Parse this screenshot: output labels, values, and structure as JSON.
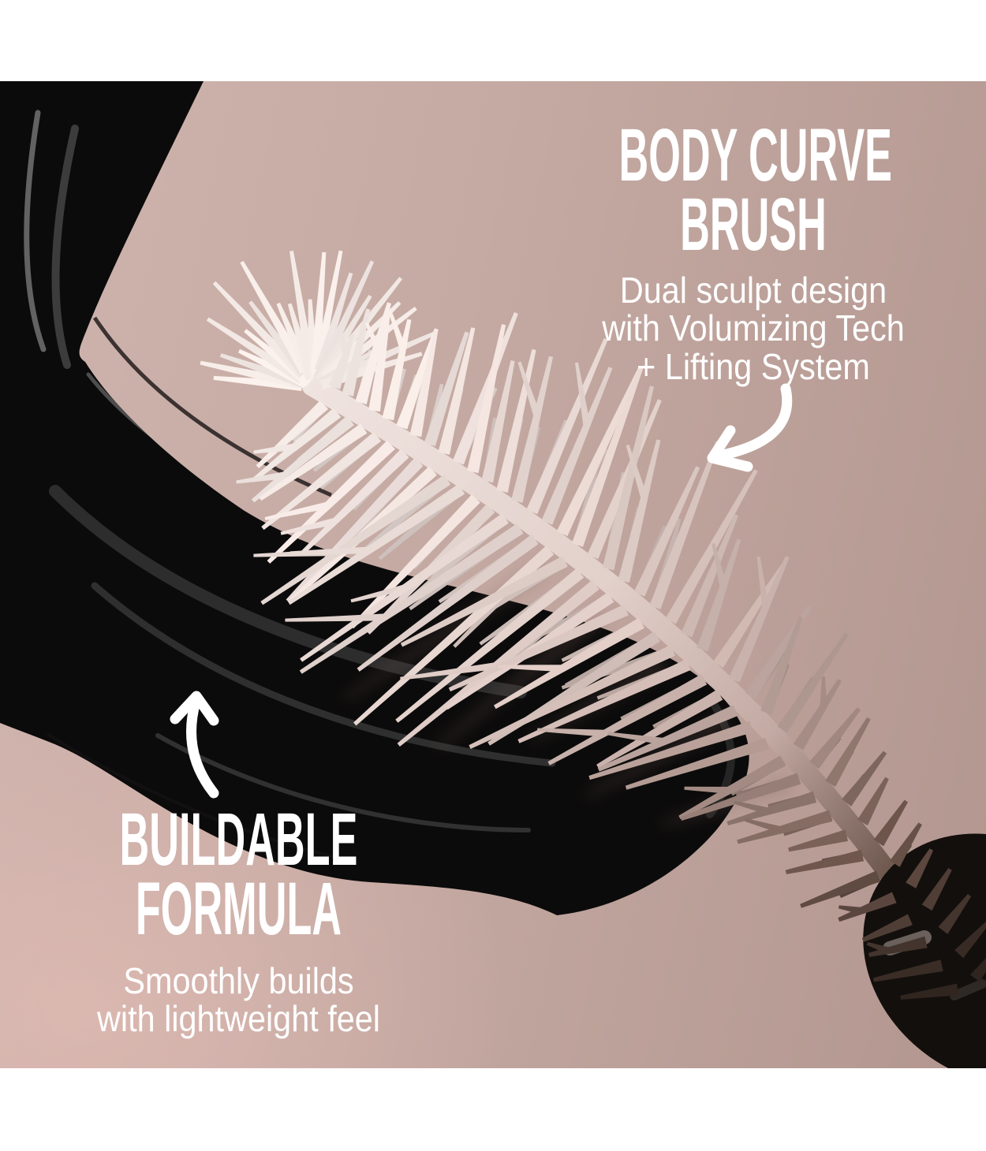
{
  "top_feature": {
    "title_lines": [
      "BODY CURVE",
      "BRUSH"
    ],
    "description_lines": [
      "Dual sculpt design",
      "with Volumizing Tech",
      "+ Lifting System"
    ]
  },
  "bottom_feature": {
    "title_lines": [
      "BUILDABLE",
      "FORMULA"
    ],
    "description_lines": [
      "Smoothly builds",
      "with lightweight feel"
    ]
  },
  "colors": {
    "frame_white": "#ffffff",
    "background_pink": "#c5aaa3",
    "background_pink_light": "#e2bcb4",
    "background_pink_dark": "#b2968f",
    "text_white": "#ffffff",
    "swoosh_black": "#0c0b0b",
    "bristle_light": "#f6ede9",
    "bristle_mid": "#ddc9c3",
    "bristle_dark": "#6e564d",
    "handle_black": "#130f0d",
    "arrow_white": "#ffffff"
  }
}
